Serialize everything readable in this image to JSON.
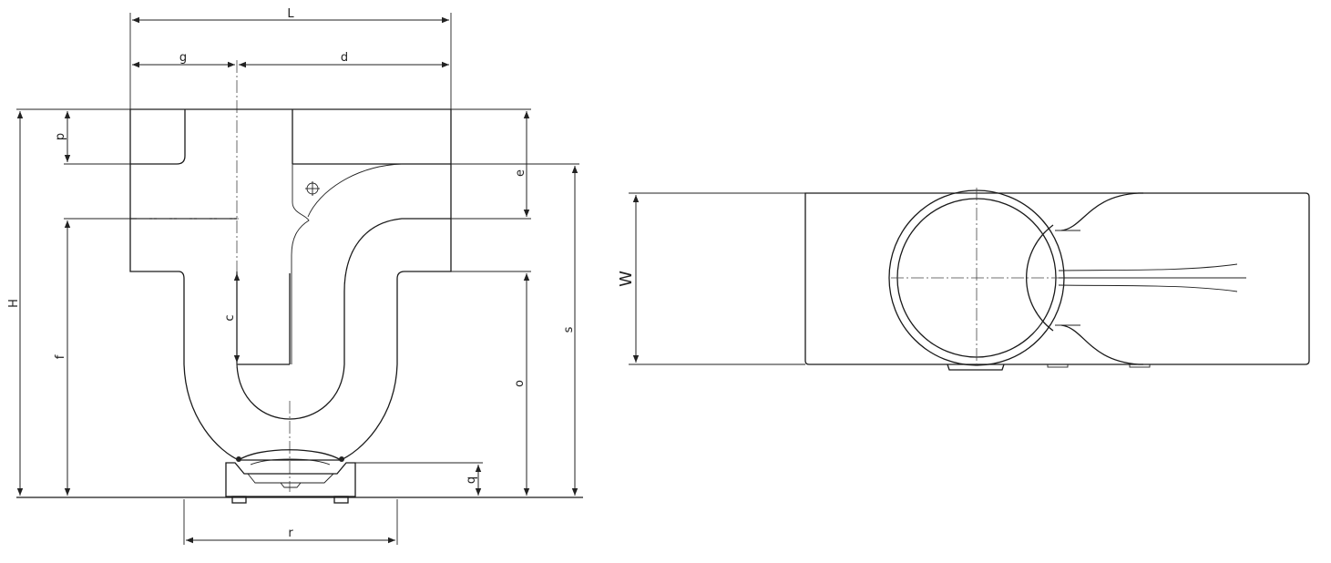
{
  "dimension_labels": {
    "L": "L",
    "g": "g",
    "d": "d",
    "p": "p",
    "e": "e",
    "H": "H",
    "f": "f",
    "c": "c",
    "o": "o",
    "s": "s",
    "q": "q",
    "r": "r",
    "W": "W"
  }
}
